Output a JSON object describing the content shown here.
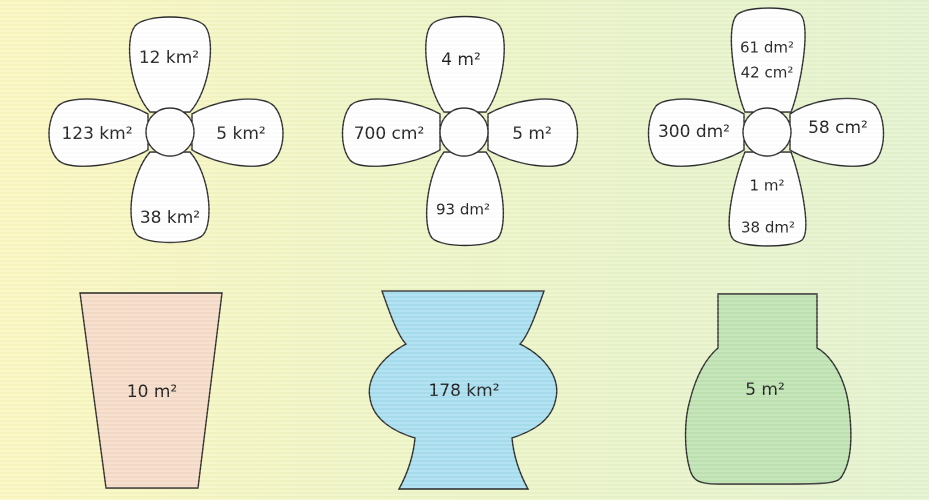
{
  "flowers": [
    {
      "petals": {
        "top": [
          "12 km²"
        ],
        "left": [
          "123 km²"
        ],
        "right": [
          "5 km²"
        ],
        "bottom": [
          "38 km²"
        ]
      }
    },
    {
      "petals": {
        "top": [
          "4 m²"
        ],
        "left": [
          "700 cm²"
        ],
        "right": [
          "5 m²"
        ],
        "bottom": [
          "93 dm²"
        ]
      }
    },
    {
      "petals": {
        "top": [
          "61 dm²",
          "42 cm²"
        ],
        "left": [
          "300 dm²"
        ],
        "right": [
          "58 cm²"
        ],
        "bottom": [
          "1 m²",
          "38 dm²"
        ]
      }
    }
  ],
  "vases": [
    {
      "label": "10 m²",
      "color": "#f6dcc8"
    },
    {
      "label": "178 km²",
      "color": "#a9def0"
    },
    {
      "label": "5 m²",
      "color": "#bfe3b3"
    }
  ]
}
